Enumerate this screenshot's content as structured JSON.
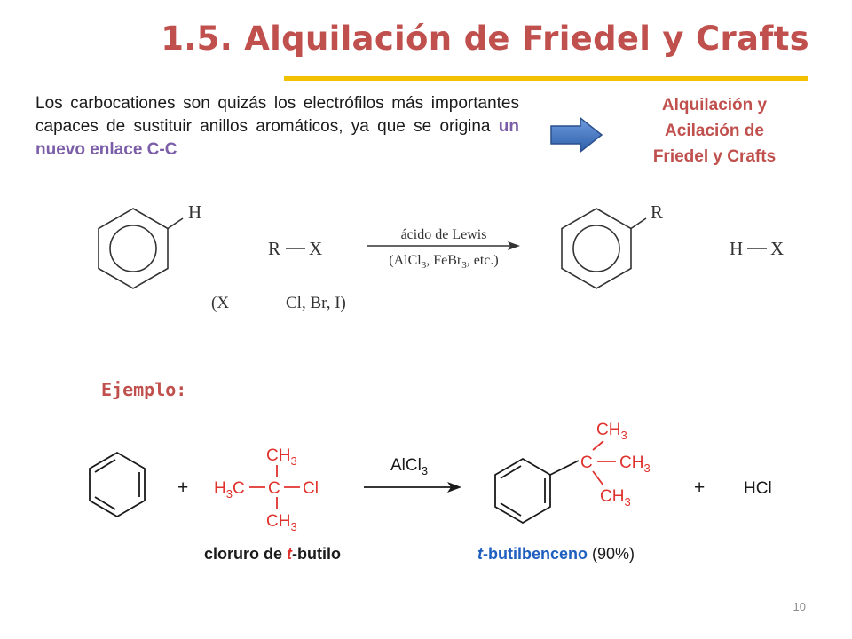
{
  "title": "1.5. Alquilación de Friedel y Crafts",
  "intro": {
    "text": "Los carbocationes son quizás los electrófilos más importantes capaces de sustituir anillos aromáticos, ya que se origina ",
    "highlight": "un nuevo enlace C-C"
  },
  "side_note": {
    "line1": "Alquilación y",
    "line2": "Acilación de",
    "line3": "Friedel y Crafts"
  },
  "general_reaction": {
    "reactant_atom": "H",
    "alkyl_halide_r": "R",
    "alkyl_halide_x": "X",
    "catalyst_line1": "ácido de Lewis",
    "catalyst_line2_pre": "(AlCl",
    "catalyst_line2_sub1": "3",
    "catalyst_line2_mid": ", FeBr",
    "catalyst_line2_sub2": "3",
    "catalyst_line2_post": ", etc.)",
    "product_atom": "R",
    "byproduct_h": "H",
    "byproduct_x": "X",
    "note_left": "(X",
    "note_right": "Cl, Br, I)"
  },
  "example_label": "Ejemplo:",
  "example": {
    "plus1": "+",
    "plus2": "+",
    "ch3": "CH",
    "three": "3",
    "h3c_h": "H",
    "h3c_c": "C",
    "c": "C",
    "cl": "Cl",
    "catalyst": "AlCl",
    "catalyst_sub": "3",
    "byproduct": "HCl",
    "reactant_name_pre": "cloruro de ",
    "reactant_name_t": "t",
    "reactant_name_post": "-butilo",
    "product_name_t": "t",
    "product_name_mid": "-butilbenceno",
    "product_yield": " (90%)"
  },
  "page_number": "10",
  "colors": {
    "accent": "#c0504d",
    "rule": "#f2c200",
    "highlight": "#7b5ea7",
    "arrow_fill": "#4a7cc0",
    "product_blue": "#1f5fbf",
    "molecule_red": "#e0322d"
  }
}
